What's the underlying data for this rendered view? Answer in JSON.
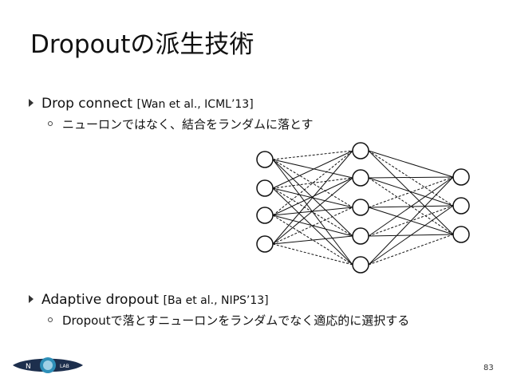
{
  "title": "Dropoutの派生技術",
  "bullets": [
    {
      "name": "Drop connect",
      "cite": "[Wan et al., ICML’13]",
      "sub": "ニューロンではなく、結合をランダムに落とす"
    },
    {
      "name": "Adaptive dropout",
      "cite": "[Ba et al., NIPS’13]",
      "sub": "Dropoutで落とすニューロンをランダムでなく適応的に選択する"
    }
  ],
  "network": {
    "layers": [
      4,
      5,
      3
    ],
    "dropped_connections": [
      [
        0,
        0
      ],
      [
        0,
        2
      ],
      [
        1,
        1
      ],
      [
        1,
        3
      ],
      [
        2,
        0
      ],
      [
        2,
        4
      ],
      [
        3,
        2
      ],
      [
        3,
        4
      ]
    ],
    "dropped_connections_layer2": [
      [
        0,
        1
      ],
      [
        1,
        2
      ],
      [
        2,
        0
      ],
      [
        3,
        1
      ],
      [
        4,
        2
      ]
    ]
  },
  "logo": {
    "left_text": "N",
    "right_text": "LAB"
  },
  "page_number": "83"
}
